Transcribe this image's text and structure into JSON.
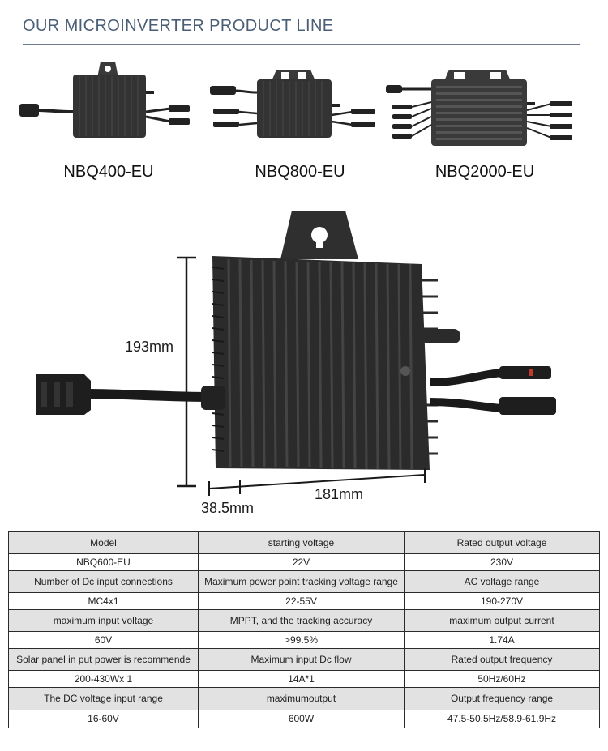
{
  "header": {
    "title": "OUR MICROINVERTER PRODUCT LINE"
  },
  "products": [
    {
      "name": "NBQ400-EU"
    },
    {
      "name": "NBQ800-EU"
    },
    {
      "name": "NBQ2000-EU"
    }
  ],
  "dimensions": {
    "height": "193mm",
    "width": "181mm",
    "depth": "38.5mm"
  },
  "spec_table": {
    "rows": [
      {
        "kind": "label",
        "cells": [
          "Model",
          "starting voltage",
          "Rated output voltage"
        ]
      },
      {
        "kind": "value",
        "cells": [
          "NBQ600-EU",
          "22V",
          "230V"
        ]
      },
      {
        "kind": "label",
        "cells": [
          "Number of Dc input connections",
          "Maximum power point tracking voltage range",
          "AC voltage range"
        ]
      },
      {
        "kind": "value",
        "cells": [
          "MC4x1",
          "22-55V",
          "190-270V"
        ]
      },
      {
        "kind": "label",
        "cells": [
          "maximum input voltage",
          "MPPT, and the tracking accuracy",
          "maximum output current"
        ]
      },
      {
        "kind": "value",
        "cells": [
          "60V",
          ">99.5%",
          "1.74A"
        ]
      },
      {
        "kind": "label",
        "cells": [
          "Solar panel in put power is recommende",
          "Maximum input Dc flow",
          "Rated output frequency"
        ]
      },
      {
        "kind": "value",
        "cells": [
          "200-430Wx 1",
          "14A*1",
          "50Hz/60Hz"
        ]
      },
      {
        "kind": "label",
        "cells": [
          "The DC voltage input range",
          "maximumoutput",
          "Output frequency range"
        ]
      },
      {
        "kind": "value",
        "cells": [
          "16-60V",
          "600W",
          "47.5-50.5Hz/58.9-61.9Hz"
        ]
      }
    ]
  }
}
